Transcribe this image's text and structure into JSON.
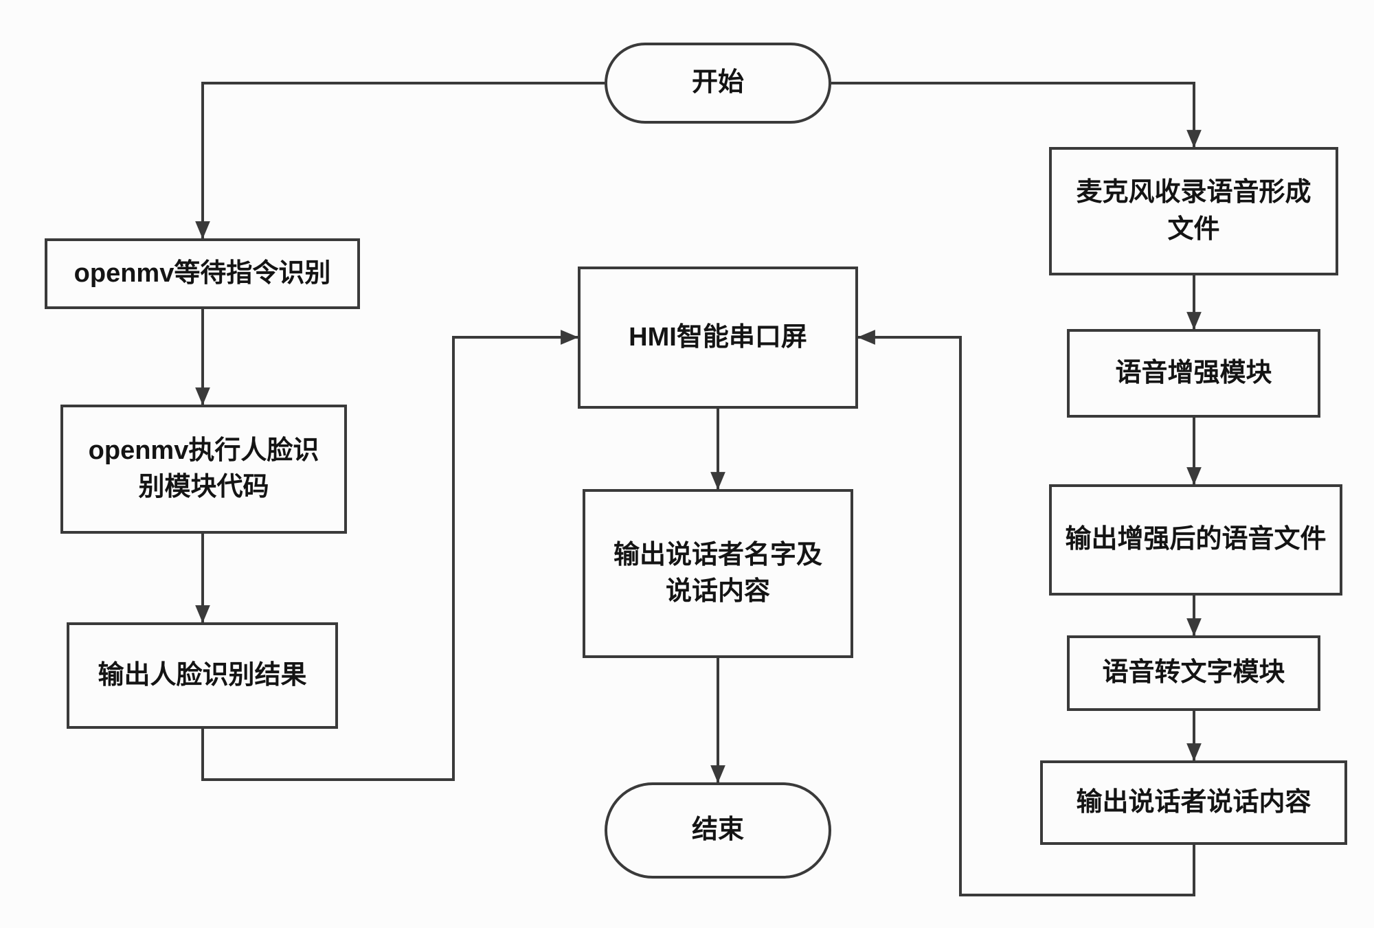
{
  "diagram_type": "flowchart",
  "colors": {
    "stroke": "#3a3a3a",
    "text": "#141414",
    "background": "#fcfcfc"
  },
  "nodes": {
    "start": {
      "label": "开始",
      "shape": "terminator"
    },
    "openmv_wait": {
      "label": "openmv等待指令识别",
      "shape": "process"
    },
    "openmv_face": {
      "label": "openmv执行人脸识别模块代码",
      "shape": "process"
    },
    "face_result": {
      "label": "输出人脸识别结果",
      "shape": "process"
    },
    "hmi": {
      "label": "HMI智能串口屏",
      "shape": "process"
    },
    "speaker_output": {
      "label": "输出说话者名字及说话内容",
      "shape": "process"
    },
    "end": {
      "label": "结束",
      "shape": "terminator"
    },
    "mic_record": {
      "label": "麦克风收录语音形成文件",
      "shape": "process"
    },
    "speech_enhance": {
      "label": "语音增强模块",
      "shape": "process"
    },
    "enhanced_output": {
      "label": "输出增强后的语音文件",
      "shape": "process"
    },
    "speech_to_text": {
      "label": "语音转文字模块",
      "shape": "process"
    },
    "speech_content": {
      "label": "输出说话者说话内容",
      "shape": "process"
    }
  },
  "edges": [
    {
      "from": "start",
      "to": "openmv_wait"
    },
    {
      "from": "start",
      "to": "mic_record"
    },
    {
      "from": "openmv_wait",
      "to": "openmv_face"
    },
    {
      "from": "openmv_face",
      "to": "face_result"
    },
    {
      "from": "face_result",
      "to": "hmi"
    },
    {
      "from": "hmi",
      "to": "speaker_output"
    },
    {
      "from": "speaker_output",
      "to": "end"
    },
    {
      "from": "mic_record",
      "to": "speech_enhance"
    },
    {
      "from": "speech_enhance",
      "to": "enhanced_output"
    },
    {
      "from": "enhanced_output",
      "to": "speech_to_text"
    },
    {
      "from": "speech_to_text",
      "to": "speech_content"
    },
    {
      "from": "speech_content",
      "to": "hmi"
    }
  ]
}
